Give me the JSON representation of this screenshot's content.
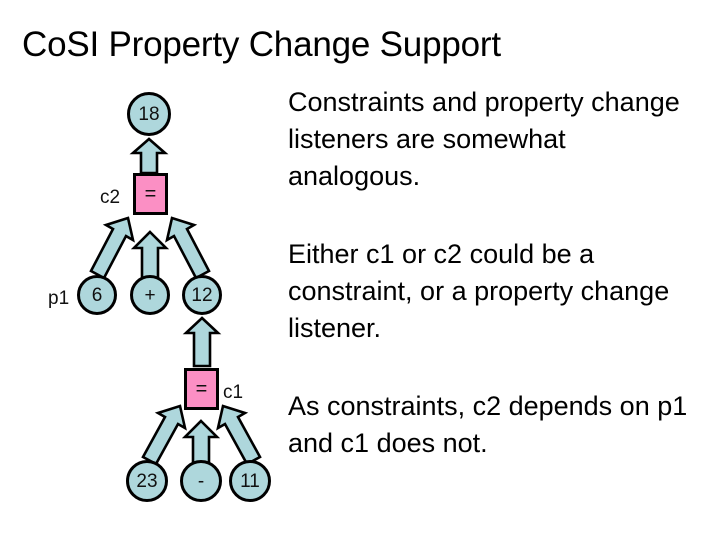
{
  "slide": {
    "title": "CoSI Property Change Support",
    "background": "#ffffff"
  },
  "colors": {
    "node_fill": "#aed7dc",
    "operator_fill": "#fb8fc4",
    "arrow_fill": "#aed7dc",
    "outline": "#000000",
    "text": "#000000"
  },
  "diagram": {
    "upper": {
      "result_node": "18",
      "constraint_label": "c2",
      "constraint_operator": "=",
      "source_label": "p1",
      "operands": [
        "6",
        "+",
        "12"
      ]
    },
    "lower": {
      "constraint_label": "c1",
      "constraint_operator": "=",
      "operands": [
        "23",
        "-",
        "11"
      ]
    },
    "arrows": [
      {
        "name": "arrow-c2-to-18",
        "direction": "up"
      },
      {
        "name": "arrow-6-to-c2",
        "direction": "up-right"
      },
      {
        "name": "arrow-plus-to-c2",
        "direction": "up"
      },
      {
        "name": "arrow-12-to-c2",
        "direction": "up-left"
      },
      {
        "name": "arrow-c1-to-12",
        "direction": "up"
      },
      {
        "name": "arrow-23-to-c1",
        "direction": "up-right"
      },
      {
        "name": "arrow-minus-to-c1",
        "direction": "up"
      },
      {
        "name": "arrow-11-to-c1",
        "direction": "up-left"
      }
    ]
  },
  "body": {
    "paragraphs": [
      "Constraints and property change listeners are somewhat analogous.",
      "Either c1 or c2 could be a constraint, or a property change listener.",
      "As constraints, c2 depends on p1 and c1 does not."
    ]
  }
}
